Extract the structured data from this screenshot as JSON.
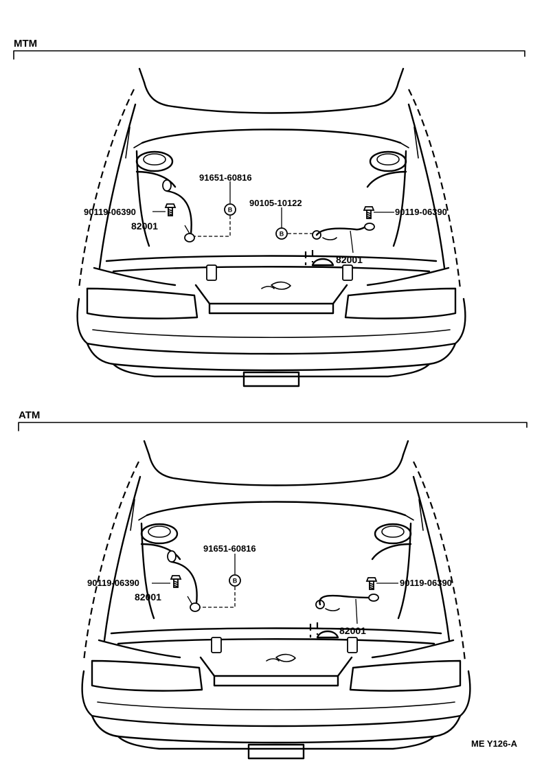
{
  "sections": [
    {
      "title": "MTM",
      "callouts": {
        "left_bolt": "90119-06390",
        "left_strap": "82001",
        "clamp": "91651-60816",
        "clamp_marker": "B",
        "center_bolt": "90105-10122",
        "center_marker": "B",
        "right_bolt": "90119-06390",
        "right_strap": "82001"
      }
    },
    {
      "title": "ATM",
      "callouts": {
        "left_bolt": "90119-06390",
        "left_strap": "82001",
        "clamp": "91651-60816",
        "clamp_marker": "B",
        "right_bolt": "90119-06390",
        "right_strap": "82001"
      }
    }
  ],
  "diagram_code": "ME Y126-A"
}
